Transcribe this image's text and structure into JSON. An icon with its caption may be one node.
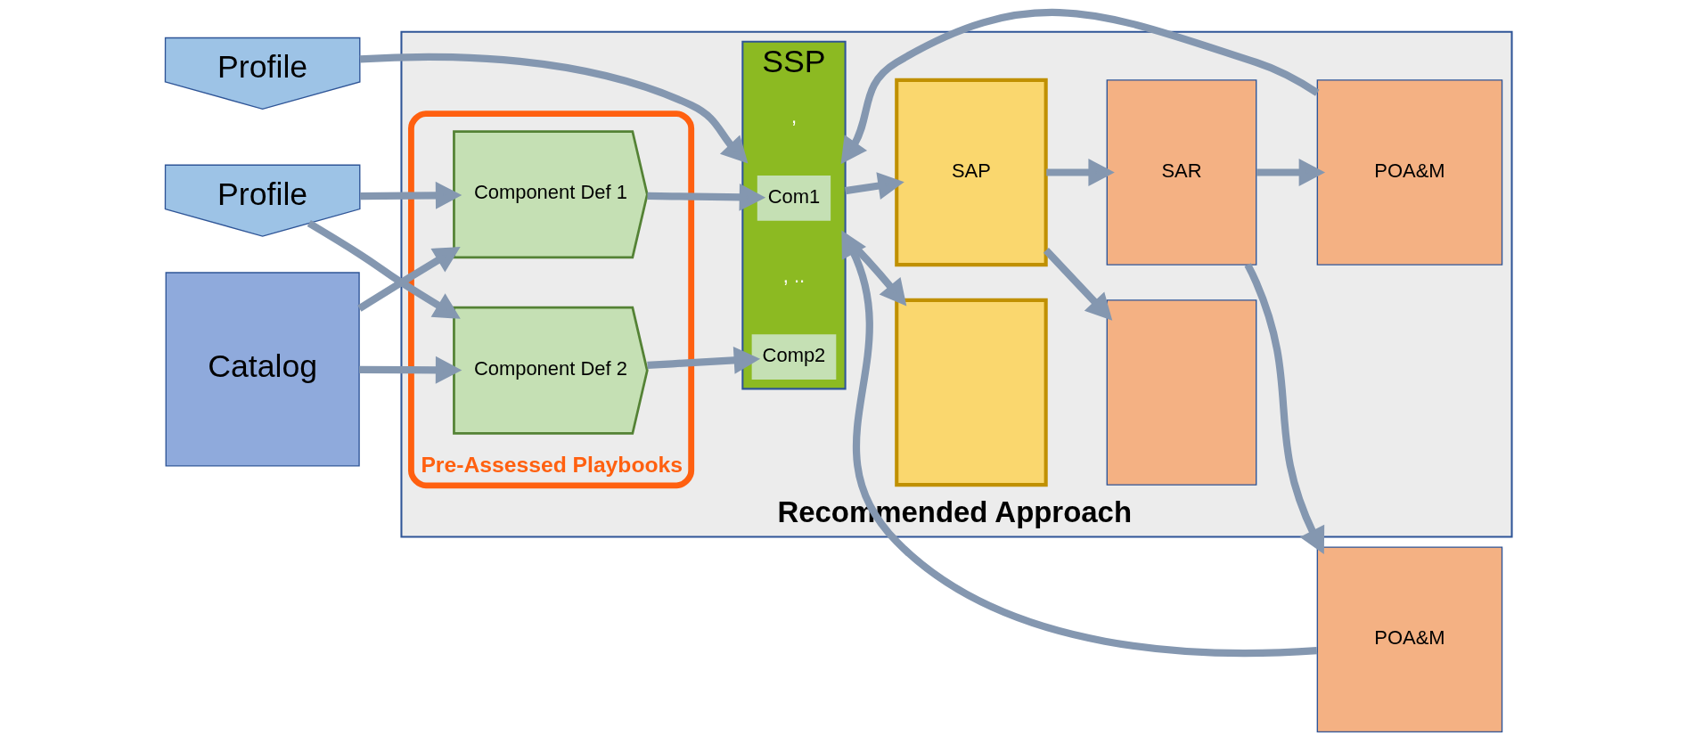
{
  "diagram": {
    "nodes": [
      {
        "text": [
          "Profile"
        ]
      },
      {
        "text": [
          "Profile"
        ]
      },
      {
        "text": [
          "Catalog"
        ]
      },
      {
        "text": [
          "Recommended Approach"
        ]
      },
      {
        "text": [
          "Pre-Assessed Playbooks"
        ],
        "in": 3
      },
      {
        "text": [
          "Component Def 1"
        ],
        "in": 4
      },
      {
        "text": [
          "Component Def 2"
        ],
        "in": 4
      },
      {
        "text": [
          "SSP"
        ],
        "in": 3
      },
      {
        "text": [
          "Com1"
        ],
        "in": 7
      },
      {
        "text": [
          "Comp2"
        ],
        "in": 7
      },
      {
        "text": [],
        "shape": "box",
        "in": 3
      },
      {
        "text": [
          "SAP"
        ],
        "in": 3
      },
      {
        "text": [],
        "shape": "box",
        "in": 3
      },
      {
        "text": [
          "SAR"
        ],
        "in": 3
      },
      {
        "text": [
          "POA&M"
        ],
        "in": 3
      },
      {
        "text": [
          "POA&M"
        ]
      }
    ],
    "edges": [
      {
        "from": 0,
        "to": 7,
        "arrow": "to"
      },
      {
        "from": 1,
        "to": 5,
        "arrow": "to"
      },
      {
        "from": 1,
        "to": 6,
        "arrow": "to"
      },
      {
        "from": 2,
        "to": 5,
        "arrow": "to"
      },
      {
        "from": 2,
        "to": 6,
        "arrow": "to"
      },
      {
        "from": 5,
        "to": 8,
        "arrow": "to"
      },
      {
        "from": 6,
        "to": 9,
        "arrow": "to"
      },
      {
        "from": 7,
        "to": 10,
        "arrow": "to"
      },
      {
        "from": 7,
        "to": 11,
        "arrow": "to"
      },
      {
        "from": 11,
        "to": 12,
        "arrow": "to"
      },
      {
        "from": 11,
        "to": 13,
        "arrow": "to"
      },
      {
        "from": 13,
        "to": 14,
        "arrow": "to"
      },
      {
        "from": 13,
        "to": 15,
        "arrow": "to"
      },
      {
        "from": 14,
        "to": 7,
        "arrow": "to"
      },
      {
        "from": 15,
        "to": 7,
        "arrow": "to"
      }
    ],
    "labels": [
      ",",
      ", .."
    ]
  }
}
